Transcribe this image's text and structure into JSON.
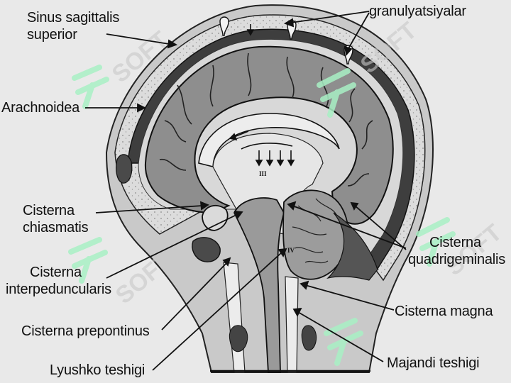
{
  "labels": {
    "sinus_line1": "Sinus sagittalis",
    "sinus_line2": "superior",
    "granulyatsiyalar": "granulyatsiyalar",
    "arachnoidea": "Arachnoidea",
    "chiasmatis_line1": "Cisterna",
    "chiasmatis_line2": "chiasmatis",
    "interped_line1": "Cisterna",
    "interped_line2": "interpeduncularis",
    "prepontinus": "Cisterna prepontinus",
    "lyushko": "Lyushko teshigi",
    "quadri_line1": "Cisterna",
    "quadri_line2": "quadrigeminalis",
    "magna": "Cisterna magna",
    "majandi": "Majandi teshigi"
  },
  "ventricle_marks": {
    "third": "III",
    "fourth": "IV"
  },
  "colors": {
    "background": "#e9e9e9",
    "bone": "#d6d6d6",
    "sinus": "#3e3e3e",
    "brain": "#8e8e8e",
    "csf": "#dadada",
    "watermark": "#a8f0c4"
  }
}
